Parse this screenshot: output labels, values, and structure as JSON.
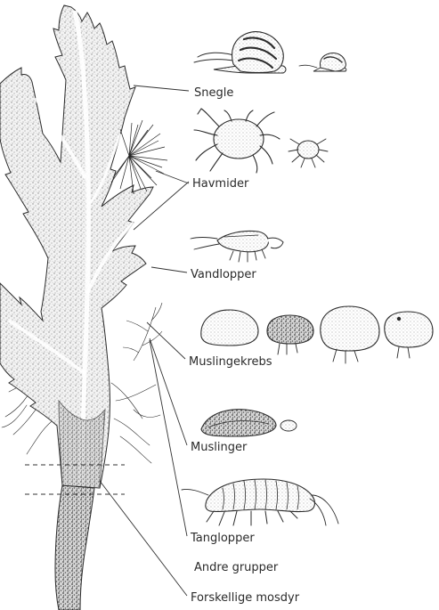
{
  "labels": {
    "snegle": "Snegle",
    "havmider": "Havmider",
    "vandlopper": "Vandlopper",
    "muslingekrebs": "Muslingekrebs",
    "muslinger": "Muslinger",
    "tanglopper": "Tanglopper",
    "andre_grupper": "Andre grupper",
    "mosdyr": "Forskellige mosdyr"
  },
  "colors": {
    "ink": "#2b2b2b",
    "stipple": "#8a8a8a",
    "paper": "#ffffff"
  }
}
